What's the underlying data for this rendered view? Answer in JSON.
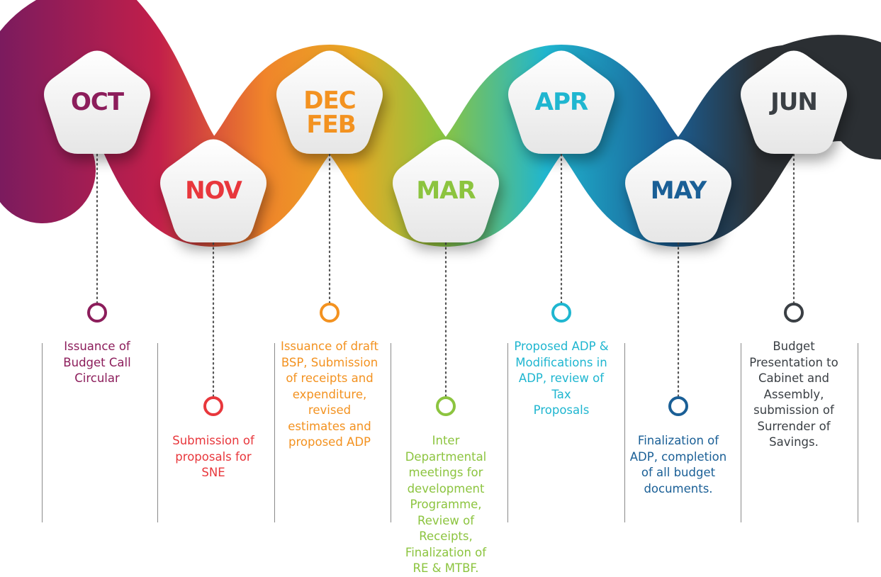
{
  "steps": [
    {
      "label": "OCT",
      "color": "#8c1d5b",
      "description": "Issuance of\nBudget Call\nCircular"
    },
    {
      "label": "NOV",
      "color": "#e8373c",
      "description": "Submission of\nproposals for\nSNE"
    },
    {
      "label": "DEC\nFEB",
      "label_line1": "DEC",
      "label_line2": "FEB",
      "color": "#f39220",
      "description": "Issuance of draft\nBSP, Submission\nof receipts and\nexpenditure,\nrevised\nestimates and\nproposed ADP"
    },
    {
      "label": "MAR",
      "color": "#8cc43f",
      "description": "Inter\nDepartmental\nmeetings for\ndevelopment\nProgramme,\nReview of\nReceipts,\nFinalization of\nRE & MTBF."
    },
    {
      "label": "APR",
      "color": "#1fb6d0",
      "description": "Proposed ADP &\nModifications in\nADP, review of\nTax\nProposals"
    },
    {
      "label": "MAY",
      "color": "#1a5f96",
      "description": "Finalization of\nADP, completion\nof all budget\ndocuments."
    },
    {
      "label": "JUN",
      "color": "#3a3f44",
      "description": "Budget\nPresentation to\nCabinet and\nAssembly,\nsubmission of\nSurrender of\nSavings."
    }
  ],
  "ribbon_gradient": [
    "#7b1b5e",
    "#c21f4a",
    "#f0842a",
    "#f3a31e",
    "#8cc43f",
    "#1fb6d0",
    "#1a5f96",
    "#2b2f33"
  ]
}
